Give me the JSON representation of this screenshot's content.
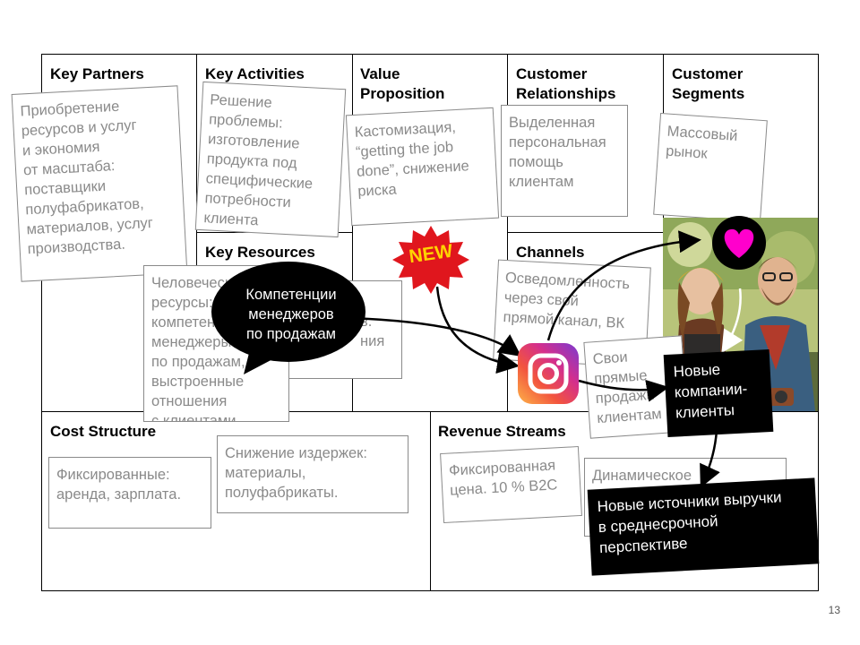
{
  "canvas": {
    "headers": {
      "key_partners": "Key Partners",
      "key_activities": "Key Activities",
      "value_proposition": "Value\nProposition",
      "customer_relationships": "Customer\nRelationships",
      "customer_segments": "Customer\nSegments",
      "key_resources": "Key Resources",
      "channels": "Channels",
      "cost_structure": "Cost Structure",
      "revenue_streams": "Revenue Streams"
    },
    "notes": {
      "key_partners": "Приобретение\nресурсов и услуг\nи экономия\nот масштаба:\nпоставщики\nполуфабрикатов,\nматериалов, услуг\nпроизводства.",
      "key_activities": "Решение\nпроблемы:\nизготовление\nпродукта под\nспецифические\nпотребности\nклиента",
      "value_proposition": "Кастомизация,\n“getting the job\ndone”, снижение\nриска",
      "customer_relationships": "Выделенная\nперсональная\nпомощь\nклиентам",
      "customer_segments": "Массовый\nрынок",
      "key_resources": "Человеческие ресурсы:\nкомпетентные\nменеджеры\nпо продажам,\nвыстроенные\nотношения\nс клиентами",
      "key_resources_back": "в.\nния",
      "channels": "Осведомленность\nчерез свой\nпрямой канал, ВК",
      "channels_direct": "Свои\nпрямые\nпродажи\nклиентам",
      "cost_fixed": "Фиксированные:\nаренда, зарплата.",
      "cost_reduction": "Снижение издержек:\nматериалы,\nполуфабрикаты.",
      "revenue_fixed": "Фиксированная\nцена. 10 % B2C",
      "revenue_dynamic": "Динамическое\nценообразование"
    }
  },
  "overlays": {
    "speech_bubble": "Компетенции\nменеджеров\nпо продажам",
    "new_badge": "NEW",
    "new_clients": "Новые\nкомпании-\nклиенты",
    "new_revenue": "Новые источники выручки\nв среднесрочной\nперспективе",
    "instagram_icon": "instagram-icon",
    "heart_icon": "heart-icon"
  },
  "colors": {
    "note_text": "#8a8a8a",
    "badge_red": "#e0161d",
    "badge_text": "#ffd400",
    "heart": "#ff00cc"
  },
  "page_number": "13"
}
